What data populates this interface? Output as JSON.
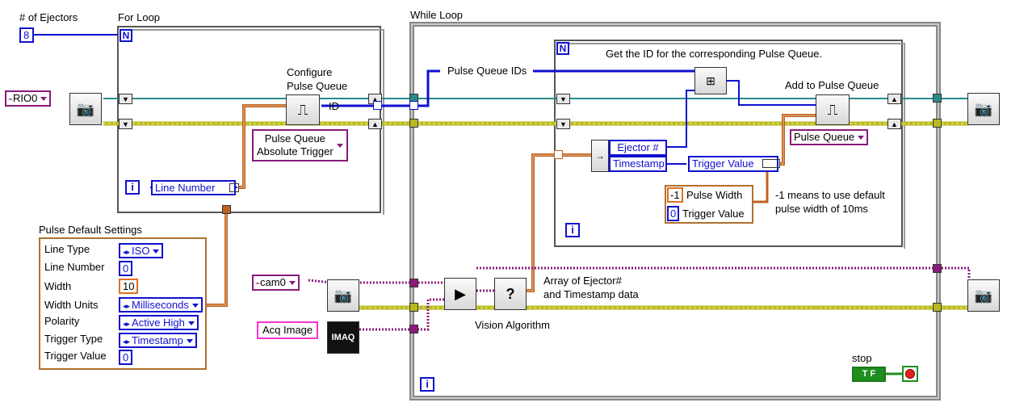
{
  "labels": {
    "num_ejectors": "# of Ejectors",
    "for_loop": "For Loop",
    "while_loop": "While Loop",
    "configure_pulse_queue_1": "Configure",
    "configure_pulse_queue_2": "Pulse Queue",
    "id": "ID",
    "pulse_queue_ids": "Pulse Queue IDs",
    "get_id_comment": "Get the ID for the corresponding Pulse Queue.",
    "add_to_pulse_queue": "Add to Pulse Queue",
    "pulse_default_settings": "Pulse Default Settings",
    "array_comment_1": "Array of Ejector#",
    "array_comment_2": "and Timestamp data",
    "vision_algorithm": "Vision Algorithm",
    "default_width_comment_1": "-1 means to use default",
    "default_width_comment_2": "pulse width of 10ms",
    "stop": "stop",
    "pulse_width": "Pulse Width",
    "trigger_value": "Trigger Value"
  },
  "controls": {
    "num_ejectors_value": "8",
    "rio": "RIO0",
    "cam": "cam0",
    "acq_image": "Acq Image",
    "pulse_queue_absolute_1": "Pulse Queue",
    "pulse_queue_absolute_2": "Absolute Trigger",
    "pulse_queue_ring": "Pulse Queue",
    "line_number": "Line Number",
    "ejector_num": "Ejector #",
    "timestamp": "Timestamp",
    "trigger_value_bundle": "Trigger Value",
    "pulse_width_const": "-1",
    "trigger_value_const": "0",
    "stop_bool": "T F",
    "imaq_label": "IMAQ"
  },
  "settings_cluster": {
    "rows": [
      {
        "label": "Line Type",
        "value": "ISO",
        "kind": "enum"
      },
      {
        "label": "Line Number",
        "value": "0",
        "kind": "num"
      },
      {
        "label": "Width",
        "value": "10",
        "kind": "orange"
      },
      {
        "label": "Width Units",
        "value": "Milliseconds",
        "kind": "enum"
      },
      {
        "label": "Polarity",
        "value": "Active High",
        "kind": "enum"
      },
      {
        "label": "Trigger Type",
        "value": "Timestamp",
        "kind": "enum"
      },
      {
        "label": "Trigger Value",
        "value": "0",
        "kind": "num"
      }
    ]
  },
  "colors": {
    "cluster_wire": "#b8b820",
    "ref_wire": "#2a8a8a",
    "blue_wire": "#1010d0",
    "orange_wire": "#c06020",
    "purple_wire": "#8a1a7a",
    "pink_wire": "#ff33cc"
  }
}
